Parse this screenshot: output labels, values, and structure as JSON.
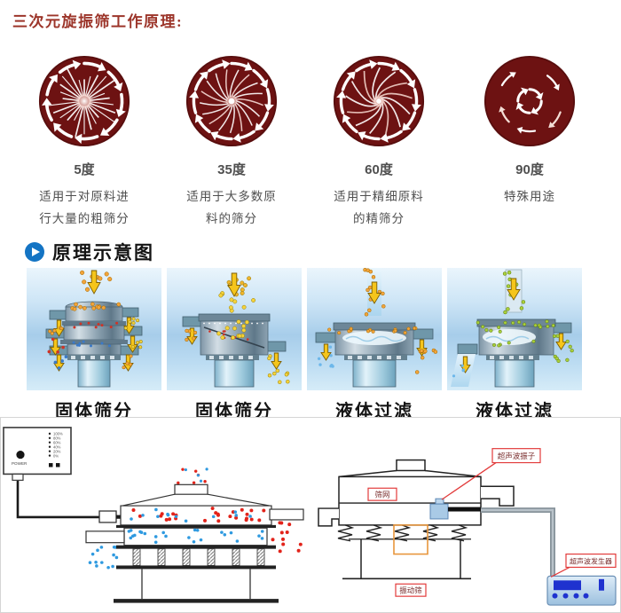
{
  "title": "三次元旋振筛工作原理:",
  "angles": [
    {
      "degree": "5度",
      "desc1": "适用于对原料进",
      "desc2": "行大量的粗筛分"
    },
    {
      "degree": "35度",
      "desc1": "适用于大多数原",
      "desc2": "料的筛分"
    },
    {
      "degree": "60度",
      "desc1": "适用于精细原料",
      "desc2": "的精筛分"
    },
    {
      "degree": "90度",
      "desc1": "特殊用途",
      "desc2": ""
    }
  ],
  "principle": {
    "heading": "原理示意图",
    "panels": [
      {
        "label": "固体筛分"
      },
      {
        "label": "固体筛分"
      },
      {
        "label": "液体过滤"
      },
      {
        "label": "液体过滤"
      }
    ]
  },
  "diagram": {
    "controller_power": "POWER",
    "controller_scale": [
      "100%",
      "80%",
      "60%",
      "40%",
      "20%",
      "0%"
    ],
    "labels": {
      "transducer": "超声波振子",
      "mesh": "筛网",
      "generator": "超声波发生器",
      "sieve": "振动筛"
    }
  },
  "colors": {
    "title_red": "#9c352a",
    "circle_maroon": "#6d1212",
    "accent_blue": "#1474c4",
    "label_box_red": "#e23b3b",
    "particle_red": "#e2231a",
    "particle_blue": "#2f9ae0"
  }
}
